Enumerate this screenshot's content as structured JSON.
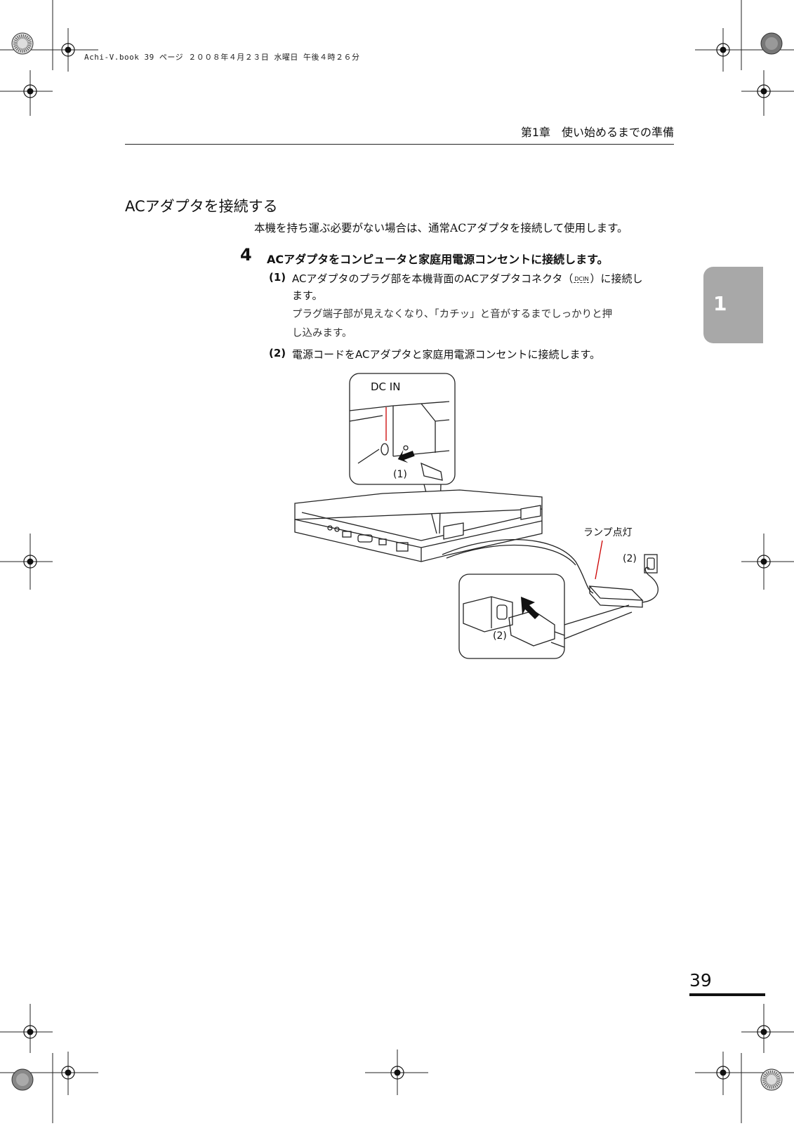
{
  "slug": "Achi-V.book  39 ページ  ２００８年４月２３日  水曜日  午後４時２６分",
  "header": {
    "chapter_title": "第1章　使い始めるまでの準備"
  },
  "section": {
    "title": "ACアダプタを接続する",
    "intro": "本機を持ち運ぶ必要がない場合は、通常ACアダプタを接続して使用します。"
  },
  "step": {
    "number": "4",
    "text": "ACアダプタをコンピュータと家庭用電源コンセントに接続します。",
    "sub1": {
      "label": "(1)",
      "text_a": "ACアダプタのプラグ部を本機背面のACアダプタコネクタ（",
      "icon_text": "DCIN",
      "text_b": "）に接続し",
      "text_c": "ます。",
      "note_1": "プラグ端子部が見えなくなり、「カチッ」と音がするまでしっかりと押",
      "note_2": "し込みます。"
    },
    "sub2": {
      "label": "(2)",
      "text": "電源コードをACアダプタと家庭用電源コンセントに接続します。"
    }
  },
  "figure": {
    "dc_in_label": "DC IN",
    "callout_1": "(1)",
    "lamp_label": "ランプ点灯",
    "callout_2_outlet": "(2)",
    "callout_2_plug": "(2)"
  },
  "chapter_tab": "1",
  "page_number": "39"
}
